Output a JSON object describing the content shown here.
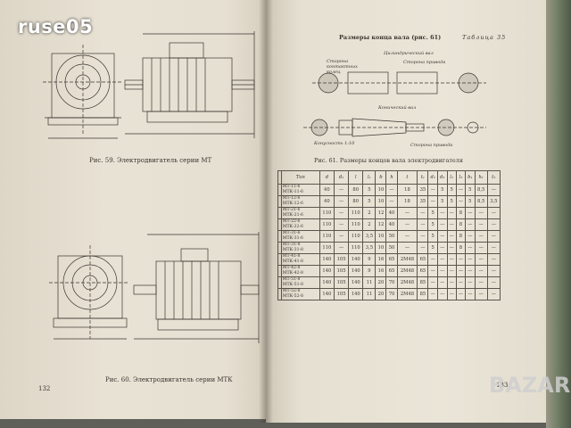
{
  "watermark": "ruse05",
  "watermark_bottom": "BAZAR",
  "left_page": {
    "caption_top": "Рис. 59. Электродвигатель серии МТ",
    "caption_bottom": "Рис. 60. Электродвигатель серии МТК",
    "page_number": "132"
  },
  "right_page": {
    "table_title": "Размеры конца вала (рис. 61)",
    "table_tag": "Таблица 35",
    "label_cyl_shaft": "Цилиндрический вал",
    "label_conical_shaft": "Конический вал",
    "label_left_a": "Сторона контактных колец",
    "label_right_a": "Сторона привода",
    "label_bottom_left": "Конусность 1:10",
    "label_bottom_right": "Сторона привода",
    "figure_caption": "Рис. 61. Размеры концов вала электродвигателя",
    "page_number": "133"
  },
  "table": {
    "headers": [
      "",
      "Тип",
      "d",
      "d₁",
      "l",
      "l₁",
      "b",
      "h",
      "t",
      "t₁",
      "d₂",
      "d₃",
      "l₂",
      "l₃",
      "b₁",
      "h₁",
      "t₂"
    ],
    "rows": [
      [
        "",
        "МТ-11-6 МТК-11-6",
        "40",
        "—",
        "80",
        "5",
        "10",
        "—",
        "18",
        "35",
        "—",
        "5",
        "5",
        "—",
        "5",
        "8,5",
        "—"
      ],
      [
        "",
        "МТ-12-6 МТК-12-6",
        "40",
        "—",
        "80",
        "5",
        "10",
        "—",
        "18",
        "35",
        "—",
        "5",
        "5",
        "—",
        "5",
        "8,5",
        "3,5"
      ],
      [
        "",
        "МТ-21-6 МТК-21-6",
        "110",
        "—",
        "110",
        "2",
        "12",
        "40",
        "—",
        "—",
        "5",
        "—",
        "—",
        "8",
        "—",
        "—",
        "—"
      ],
      [
        "",
        "МТ-22-6 МТК-22-6",
        "110",
        "—",
        "110",
        "2",
        "12",
        "40",
        "—",
        "—",
        "5",
        "—",
        "—",
        "8",
        "—",
        "—",
        "—"
      ],
      [
        "",
        "МТ-31-6 МТК-31-6",
        "110",
        "—",
        "110",
        "3,5",
        "10",
        "50",
        "—",
        "—",
        "5",
        "—",
        "—",
        "8",
        "—",
        "—",
        "—"
      ],
      [
        "",
        "МТ-31-8 МТК-31-8",
        "110",
        "—",
        "110",
        "3,5",
        "10",
        "50",
        "—",
        "—",
        "5",
        "—",
        "—",
        "8",
        "—",
        "—",
        "—"
      ],
      [
        "",
        "МТ-41-8 МТК-41-8",
        "140",
        "105",
        "140",
        "9",
        "16",
        "65",
        "2М48",
        "65",
        "—",
        "—",
        "—",
        "—",
        "—",
        "—",
        "—"
      ],
      [
        "",
        "МТ-42-8 МТК-42-8",
        "140",
        "105",
        "140",
        "9",
        "16",
        "65",
        "2М48",
        "65",
        "—",
        "—",
        "—",
        "—",
        "—",
        "—",
        "—"
      ],
      [
        "",
        "МТ-51-8 МТК-51-8",
        "140",
        "105",
        "140",
        "11",
        "20",
        "70",
        "2М48",
        "85",
        "—",
        "—",
        "—",
        "—",
        "—",
        "—",
        "—"
      ],
      [
        "",
        "МТ-52-8 МТК-52-8",
        "140",
        "105",
        "140",
        "11",
        "20",
        "70",
        "2М48",
        "85",
        "—",
        "—",
        "—",
        "—",
        "—",
        "—",
        "—"
      ]
    ]
  }
}
